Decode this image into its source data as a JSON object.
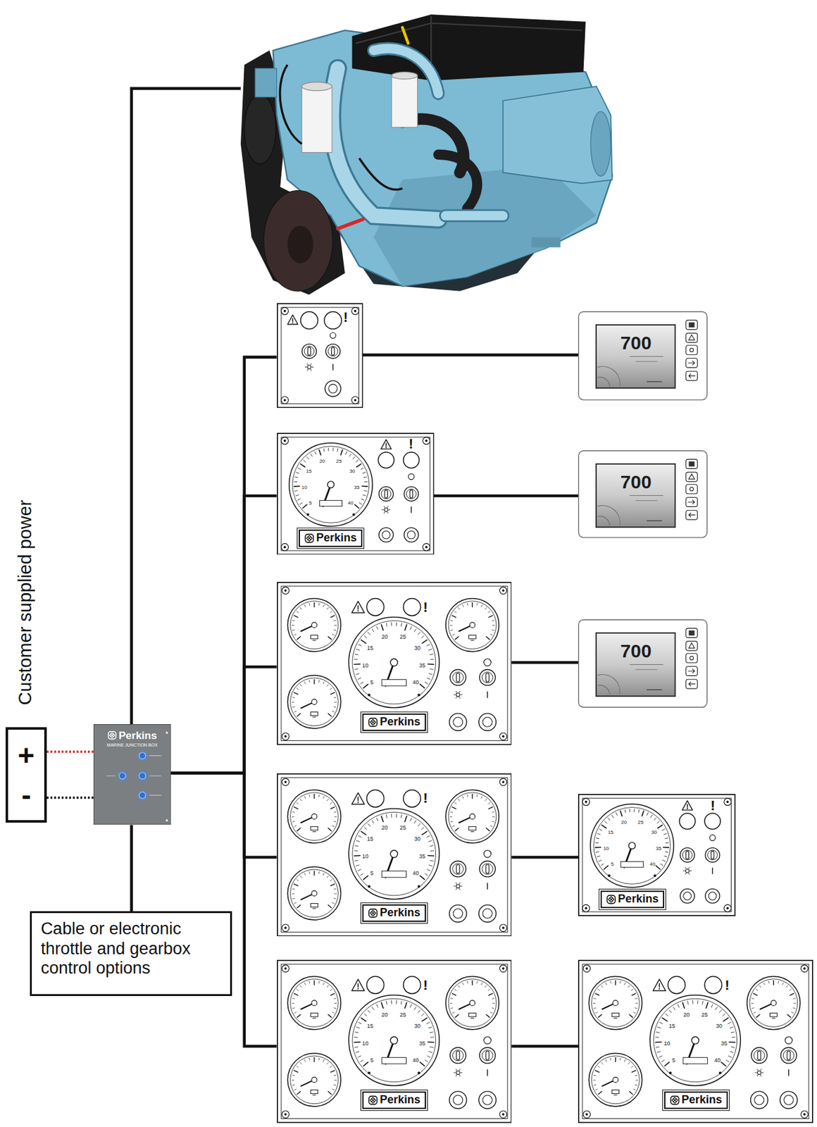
{
  "diagram": {
    "nodes": [
      {
        "text": [
          "!"
        ]
      },
      {
        "text": [
          "700"
        ]
      },
      {
        "text": [
          "!",
          "Perkins"
        ]
      },
      {
        "text": [
          "700"
        ]
      },
      {
        "text": [
          "!",
          "Perkins"
        ]
      },
      {
        "text": [
          "700"
        ]
      },
      {
        "text": [
          "+",
          "-"
        ]
      },
      {
        "text": [
          "Perkins",
          "MARINE JUNCTION BOX"
        ]
      },
      {
        "text": [
          "!",
          "Perkins"
        ]
      },
      {
        "text": [
          "!",
          "Perkins"
        ]
      },
      {
        "text": [
          "Cable or electronic throttle and gearbox control options"
        ]
      },
      {
        "text": [
          "!",
          "Perkins"
        ]
      },
      {
        "text": [
          "!",
          "Perkins"
        ]
      }
    ],
    "edges": [
      {
        "from": 6,
        "to": 7,
        "arrow": "none"
      },
      {
        "from": 6,
        "to": 7,
        "arrow": "none"
      },
      {
        "from": 7,
        "to": 10,
        "arrow": "none"
      },
      {
        "from": 7,
        "to": 0,
        "arrow": "none"
      },
      {
        "from": 7,
        "to": 2,
        "arrow": "none"
      },
      {
        "from": 7,
        "to": 4,
        "arrow": "none"
      },
      {
        "from": 7,
        "to": 8,
        "arrow": "none"
      },
      {
        "from": 7,
        "to": 11,
        "arrow": "none"
      },
      {
        "from": 0,
        "to": 1,
        "arrow": "none"
      },
      {
        "from": 2,
        "to": 3,
        "arrow": "none"
      },
      {
        "from": 4,
        "to": 5,
        "arrow": "none"
      },
      {
        "from": 8,
        "to": 9,
        "arrow": "none"
      },
      {
        "from": 11,
        "to": 12,
        "arrow": "none"
      }
    ],
    "labels": [
      "Customer supplied power",
      "5",
      "10",
      "15",
      "20",
      "25",
      "30",
      "35",
      "40",
      "5",
      "10",
      "15",
      "20",
      "25",
      "30",
      "35",
      "40",
      "5",
      "10",
      "15",
      "20",
      "25",
      "30",
      "35",
      "40",
      "5",
      "10",
      "15",
      "20",
      "25",
      "30",
      "35",
      "40",
      "5",
      "10",
      "15",
      "20",
      "25",
      "30",
      "35",
      "40",
      "5",
      "10",
      "15",
      "20",
      "25",
      "30",
      "35",
      "40"
    ]
  }
}
